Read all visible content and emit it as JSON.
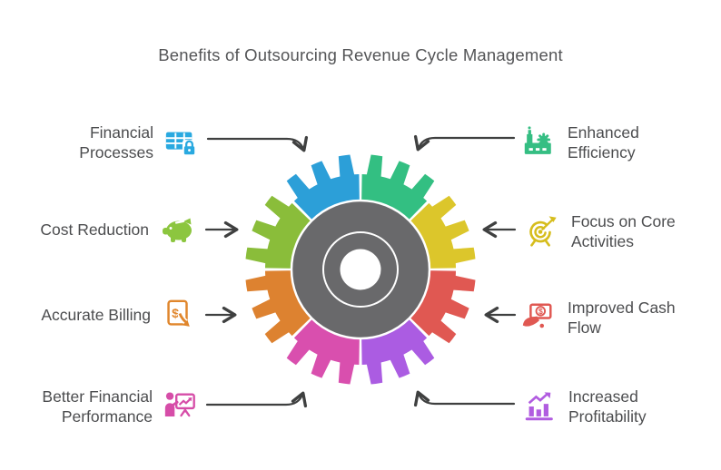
{
  "title": "Benefits of Outsourcing Revenue Cycle Management",
  "colors": {
    "background": "#ffffff",
    "title_text": "#545557",
    "label_text": "#4c4d4f",
    "arrow": "#3f4040",
    "gear_hub": "#69696b",
    "hub_ring": "#ffffff"
  },
  "gear": {
    "segments": [
      {
        "name": "top-right-green",
        "color": "#33bf82"
      },
      {
        "name": "right-upper-yellow",
        "color": "#dcc62b"
      },
      {
        "name": "right-lower-red",
        "color": "#e05852"
      },
      {
        "name": "bottom-right-purple",
        "color": "#ab5ce2"
      },
      {
        "name": "bottom-left-magenta",
        "color": "#d94fae"
      },
      {
        "name": "left-lower-orange",
        "color": "#dd8230"
      },
      {
        "name": "left-upper-lime",
        "color": "#8abd3a"
      },
      {
        "name": "top-left-blue",
        "color": "#2c9fd8"
      }
    ]
  },
  "items": [
    {
      "label": "Financial Processes",
      "side": "left",
      "icon": "table-lock-icon",
      "icon_color": "#29a9e0"
    },
    {
      "label": "Cost Reduction",
      "side": "left",
      "icon": "piggy-bank-icon",
      "icon_color": "#8cc63f"
    },
    {
      "label": "Accurate Billing",
      "side": "left",
      "icon": "billing-document-icon",
      "icon_color": "#e0862c"
    },
    {
      "label": "Better Financial Performance",
      "side": "left",
      "icon": "presenter-chart-icon",
      "icon_color": "#d64da8"
    },
    {
      "label": "Enhanced Efficiency",
      "side": "right",
      "icon": "factory-gear-icon",
      "icon_color": "#35be83"
    },
    {
      "label": "Focus on Core Activities",
      "side": "right",
      "icon": "target-arrow-icon",
      "icon_color": "#d6bd1d"
    },
    {
      "label": "Improved Cash Flow",
      "side": "right",
      "icon": "cash-hand-icon",
      "icon_color": "#e05852"
    },
    {
      "label": "Increased Profitability",
      "side": "right",
      "icon": "bar-chart-growth-icon",
      "icon_color": "#b15ce0"
    }
  ]
}
